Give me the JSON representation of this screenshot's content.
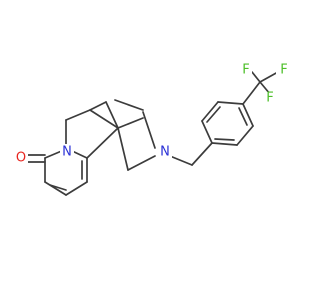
{
  "molecule": {
    "atoms": {
      "O": "O",
      "N1": "N",
      "N2": "N",
      "F1": "F",
      "F2": "F",
      "F3": "F"
    },
    "colors": {
      "bond": "#3c3c3c",
      "oxygen": "#e8251f",
      "nitrogen": "#2a31d6",
      "fluorine": "#4cbf28"
    }
  }
}
